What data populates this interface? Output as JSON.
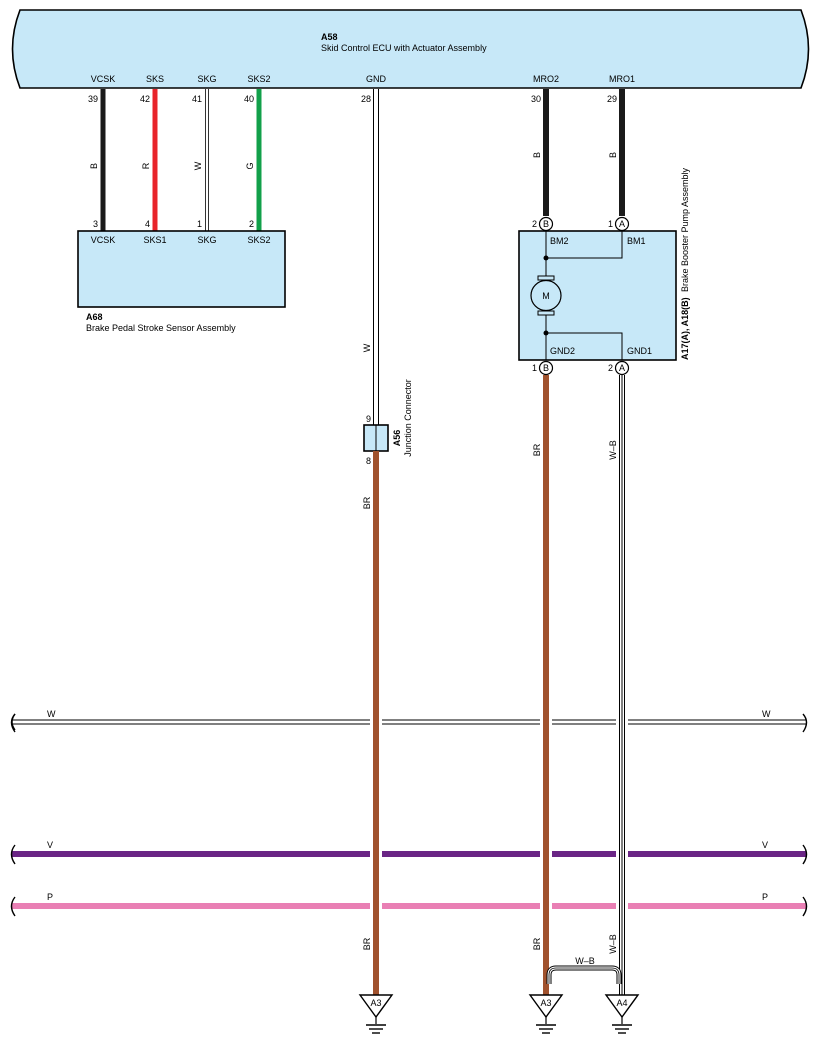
{
  "colors": {
    "black": "#1a1a1a",
    "red": "#e8232a",
    "green": "#12a04a",
    "brown": "#a0522d",
    "violet": "#6a2585",
    "pink": "#e97fb4",
    "component_fill": "#c7e8f8"
  },
  "ecu": {
    "code": "A58",
    "name": "Skid Control ECU with Actuator Assembly",
    "pins": [
      "VCSK",
      "SKS",
      "SKG",
      "SKS2",
      "GND",
      "MRO2",
      "MRO1"
    ],
    "pin_numbers": [
      "39",
      "42",
      "41",
      "40",
      "28",
      "30",
      "29"
    ]
  },
  "sensor": {
    "code": "A68",
    "name": "Brake Pedal Stroke Sensor Assembly",
    "pins": [
      "VCSK",
      "SKS1",
      "SKG",
      "SKS2"
    ],
    "pin_numbers": [
      "3",
      "4",
      "1",
      "2"
    ]
  },
  "pump": {
    "code": "A17(A), A18(B)",
    "name": "Brake Booster Pump Assembly",
    "pins": [
      "BM2",
      "BM1",
      "GND2",
      "GND1"
    ],
    "pin_numbers": [
      "2",
      "1",
      "1",
      "2"
    ],
    "connectors": [
      "B",
      "A",
      "B",
      "A"
    ],
    "motor": "M"
  },
  "junction": {
    "code": "A56",
    "name": "Junction Connector",
    "pin_top": "9",
    "pin_bottom": "8"
  },
  "wire_labels": {
    "vcsk": "B",
    "sks": "R",
    "skg": "W",
    "sks2": "G",
    "gnd_upper": "W",
    "gnd_lower": "BR",
    "gnd_bottom": "BR",
    "mro2": "B",
    "mro1": "B",
    "gnd2": "BR",
    "gnd2_bottom": "BR",
    "gnd1": "W–B",
    "gnd1_bottom": "W–B",
    "join": "W–B"
  },
  "bus_lines": [
    {
      "label": "W",
      "color": "white"
    },
    {
      "label": "V",
      "color": "violet"
    },
    {
      "label": "P",
      "color": "pink"
    }
  ],
  "grounds": [
    "A3",
    "A3",
    "A4"
  ]
}
